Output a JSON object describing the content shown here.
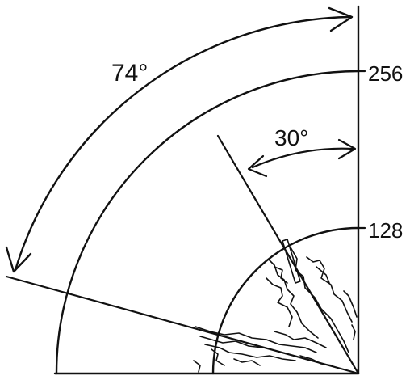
{
  "diagram": {
    "angle_outer_label": "74°",
    "angle_inner_label": "30°",
    "radius_label_outer": "256",
    "radius_label_inner": "128",
    "angle_outer_deg": 74,
    "angle_inner_deg": 30,
    "ink_color": "#111111",
    "background_color": "#ffffff"
  }
}
